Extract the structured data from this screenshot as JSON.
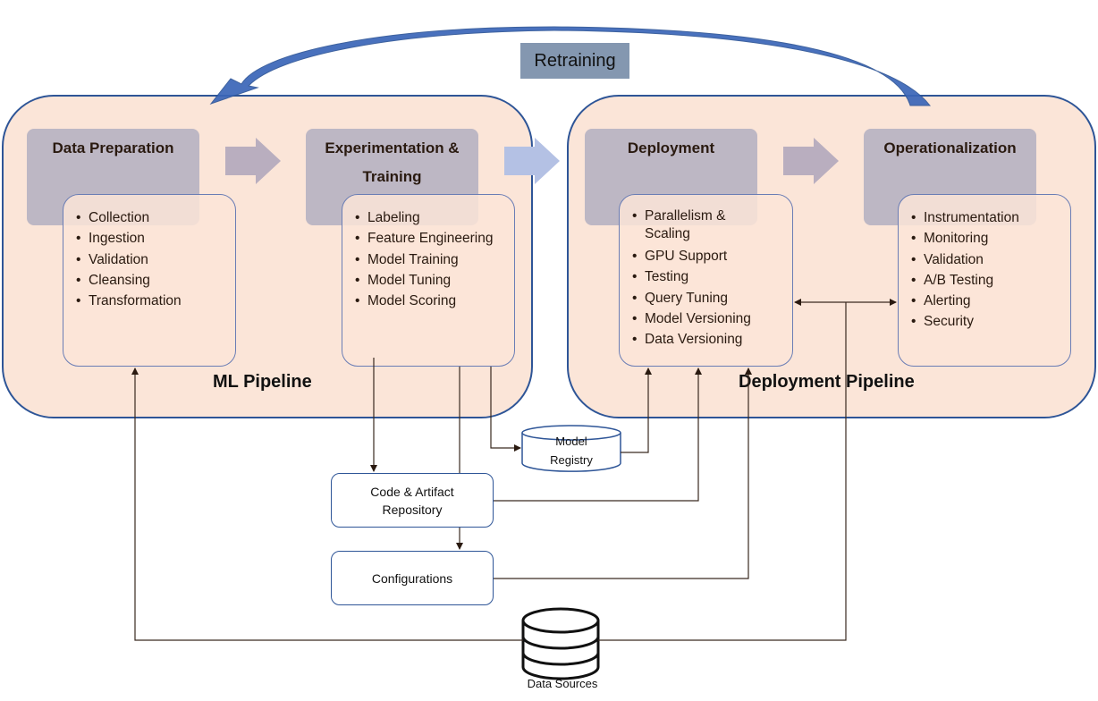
{
  "retraining": {
    "label": "Retraining"
  },
  "ml_pipeline": {
    "label": "ML Pipeline",
    "stages": [
      {
        "title": "Data Preparation",
        "items": [
          "Collection",
          "Ingestion",
          "Validation",
          "Cleansing",
          "Transformation"
        ]
      },
      {
        "title_line1": "Experimentation &",
        "title_line2": "Training",
        "items": [
          "Labeling",
          "Feature Engineering",
          "Model Training",
          "Model Tuning",
          "Model Scoring"
        ]
      }
    ]
  },
  "deployment_pipeline": {
    "label": "Deployment Pipeline",
    "stages": [
      {
        "title": "Deployment",
        "items": [
          "Parallelism & Scaling",
          "GPU Support",
          "Testing",
          "Query Tuning",
          "Model Versioning",
          "Data Versioning"
        ]
      },
      {
        "title": "Operationalization",
        "items": [
          "Instrumentation",
          "Monitoring",
          "Validation",
          "A/B Testing",
          "Alerting",
          "Security"
        ]
      }
    ]
  },
  "nodes": {
    "model_registry_line1": "Model",
    "model_registry_line2": "Registry",
    "code_repo_line1": "Code & Artifact",
    "code_repo_line2": "Repository",
    "configurations": "Configurations",
    "data_sources": "Data Sources"
  },
  "colors": {
    "pipeline_fill": "#fbe5d8",
    "pipeline_border": "#2e5597",
    "stage_header": "#bdb7c4",
    "retraining_box": "#8497b0",
    "retraining_arrow": "#3a66b8",
    "flow_arrow": "#b9aebf",
    "handoff_arrow": "#b4c1e4"
  }
}
